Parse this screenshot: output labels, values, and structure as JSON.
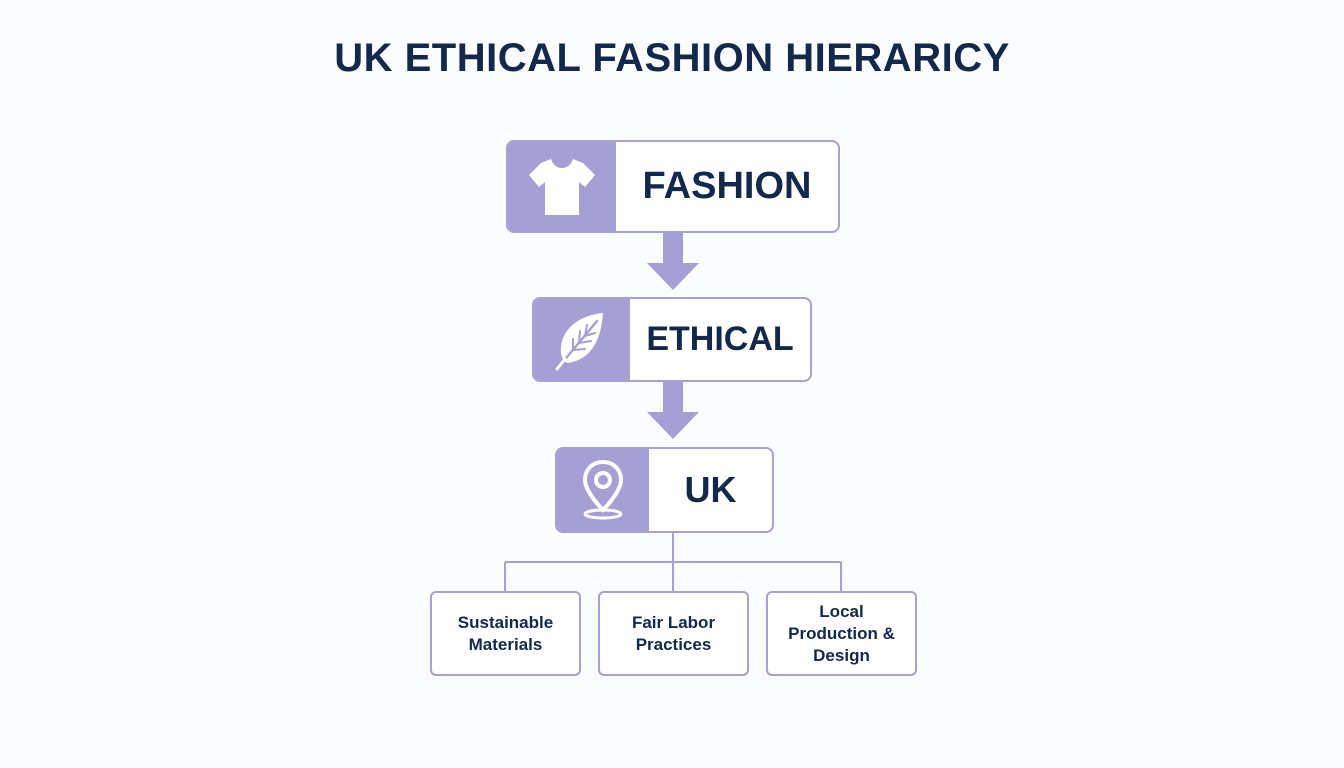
{
  "title": "UK ETHICAL FASHION HIERARICY",
  "colors": {
    "accent": "#a59fd4",
    "text": "#14284b",
    "border": "#a6a0d4",
    "background": "#fbfcfd"
  },
  "levels": [
    {
      "label": "FASHION",
      "icon": "tshirt-icon"
    },
    {
      "label": "ETHICAL",
      "icon": "leaf-icon"
    },
    {
      "label": "UK",
      "icon": "location-pin-icon"
    }
  ],
  "branches": [
    {
      "label": "Sustainable Materials"
    },
    {
      "label": "Fair Labor Practices"
    },
    {
      "label": "Local Production & Design"
    }
  ]
}
